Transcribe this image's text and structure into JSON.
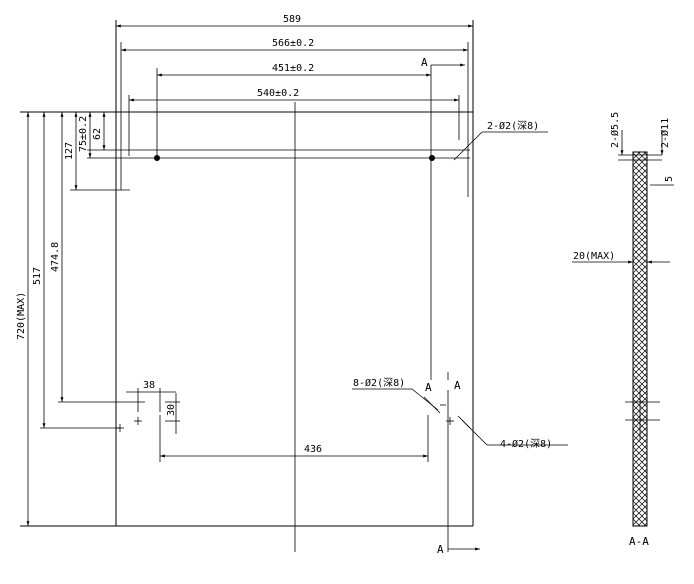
{
  "front_view": {
    "dims": {
      "w589": "589",
      "w566": "566±0.2",
      "w451": "451±0.2",
      "w540": "540±0.2",
      "h720": "720(MAX)",
      "h517": "517",
      "h474": "474.8",
      "h127": "127",
      "h75": "75±0.2",
      "h62": "62",
      "d38": "38",
      "d30": "30",
      "d436": "436"
    },
    "holes": {
      "top": "2-Ø2(深8)",
      "middle": "8-Ø2(深8)",
      "lower": "4-Ø2(深8)"
    },
    "section_marks": {
      "top": "A",
      "mid_left": "A",
      "mid_right": "A",
      "bottom": "A"
    }
  },
  "section_view": {
    "dims": {
      "d55": "2-Ø5.5",
      "d11": "2-Ø11",
      "d5": "5",
      "t20": "20(MAX)"
    },
    "title": "A-A"
  }
}
